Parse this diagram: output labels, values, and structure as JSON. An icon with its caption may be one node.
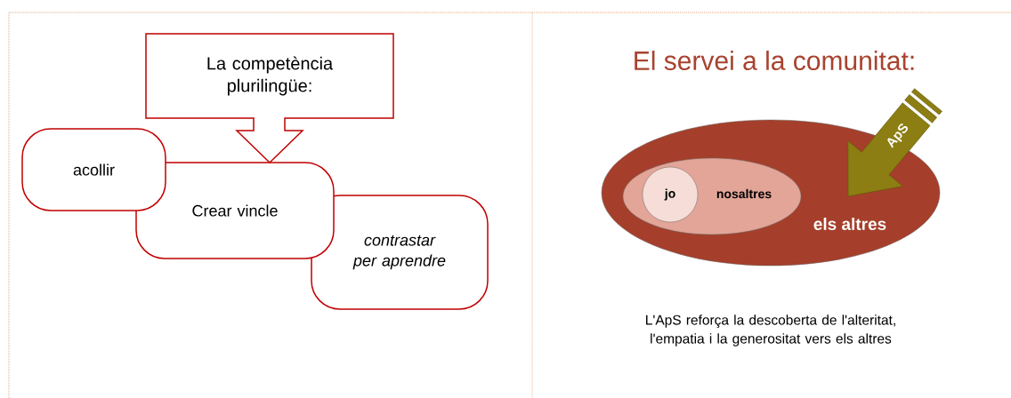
{
  "diagram": {
    "title": "El servei a la comunitat:",
    "nodes": [
      {
        "text": [
          "La competència plurilingüe:"
        ]
      },
      {
        "text": [
          "acollir"
        ]
      },
      {
        "text": [
          "Crear vincle"
        ]
      },
      {
        "text": [
          "contrastar per aprendre"
        ]
      },
      {
        "text": [
          "els altres"
        ]
      },
      {
        "text": [
          "nosaltres"
        ],
        "in": 4
      },
      {
        "text": [
          "jo"
        ],
        "in": 5
      },
      {
        "text": [
          "ApS"
        ]
      }
    ],
    "caption": "L'ApS reforça la descoberta de l'alteritat, l'empatia i la generositat vers els altres"
  }
}
